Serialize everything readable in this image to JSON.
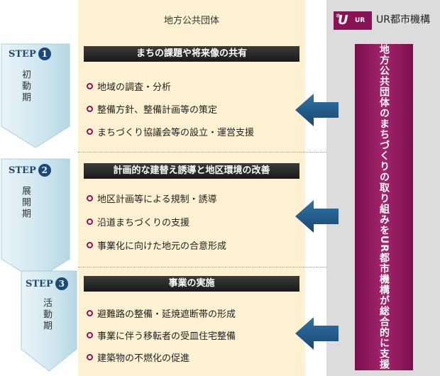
{
  "local_title": "地方公共団体",
  "ur": {
    "logo_mark": "U",
    "logo_text": "UR",
    "logo_symbol": "✲",
    "name": "UR都市機構",
    "support_text": "地方公共団体のまちづくりの取り組みをUR都市機構が総合的に支援",
    "color": "#8a1257"
  },
  "steps": [
    {
      "step_word": "STEP",
      "number": "1",
      "phase": "初動期",
      "header": "まちの課題や将来像の共有",
      "items": [
        "地域の調査・分析",
        "整備方針、整備計画等の策定",
        "まちづくり協議会等の設立・運営支援"
      ]
    },
    {
      "step_word": "STEP",
      "number": "2",
      "phase": "展開期",
      "header": "計画的な建替え誘導と地区環境の改善",
      "items": [
        "地区計画等による規制・誘導",
        "沿道まちづくりの支援",
        "事業化に向けた地元の合意形成"
      ]
    },
    {
      "step_word": "STEP",
      "number": "3",
      "phase": "活動期",
      "header": "事業の実施",
      "items": [
        "避難路の整備・延焼遮断帯の形成",
        "事業に伴う移転者の受皿住宅整備",
        "建築物の不燃化の促進"
      ]
    }
  ],
  "colors": {
    "local_bg": "#fdf1d2",
    "ur_bg": "#dcdcdc",
    "step_blue": "#1b4a7a",
    "arrow": "#1f5a8a"
  }
}
